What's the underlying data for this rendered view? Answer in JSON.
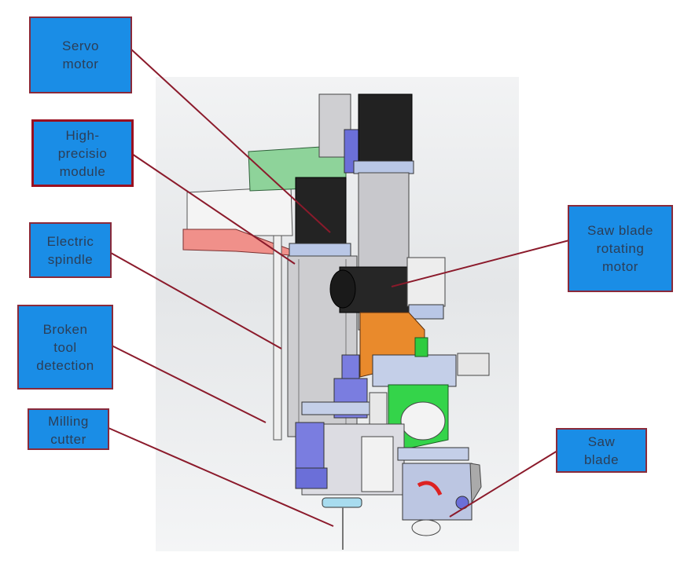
{
  "diagram": {
    "subject": "Machining head assembly (3D CAD render)",
    "leader_color": "#8b1a2b",
    "label_fill": "#1a8de6",
    "label_border": "#8a2a3a",
    "label_text_color": "#2c3e57",
    "labels": [
      {
        "id": "servo-motor",
        "text": "Servo\nmotor"
      },
      {
        "id": "high-precision-module",
        "text": "High-\nprecisio\nmodule"
      },
      {
        "id": "electric-spindle",
        "text": "Electric\nspindle"
      },
      {
        "id": "broken-tool-detection",
        "text": "Broken\ntool\ndetection"
      },
      {
        "id": "milling-cutter",
        "text": "Milling\ncutter"
      },
      {
        "id": "saw-blade-rotating-motor",
        "text": "Saw  blade\nrotating\nmotor"
      },
      {
        "id": "saw-blade",
        "text": "Saw\nblade"
      }
    ]
  }
}
